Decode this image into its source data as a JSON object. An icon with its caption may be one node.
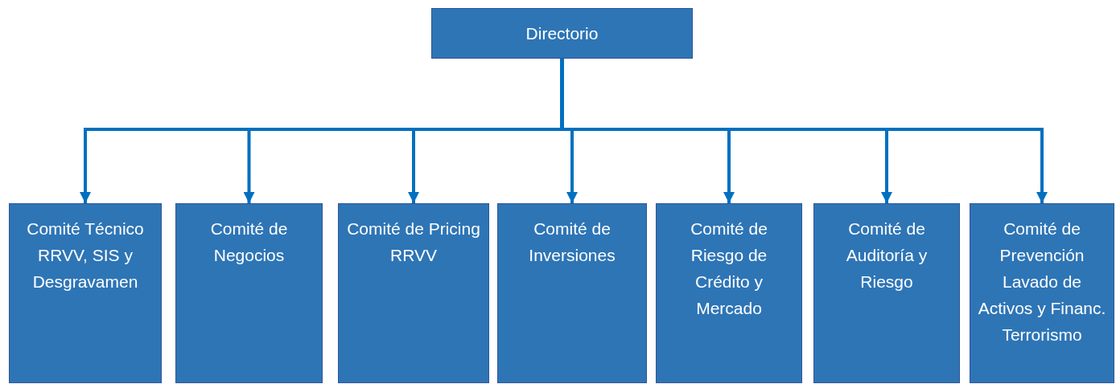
{
  "diagram": {
    "nodes": [
      {
        "text": [
          "Directorio"
        ]
      },
      {
        "text": [
          "Comité Técnico RRVV, SIS y Desgravamen"
        ]
      },
      {
        "text": [
          "Comité de Negocios"
        ]
      },
      {
        "text": [
          "Comité de Pricing RRVV"
        ]
      },
      {
        "text": [
          "Comité de Inversiones"
        ]
      },
      {
        "text": [
          "Comité de Riesgo de Crédito y Mercado"
        ]
      },
      {
        "text": [
          "Comité de Auditoría y Riesgo"
        ]
      },
      {
        "text": [
          "Comité de Prevención Lavado de Activos y Financ. Terrorismo"
        ]
      }
    ],
    "edges": [
      {
        "from": 0,
        "to": 1,
        "arrow": "to"
      },
      {
        "from": 0,
        "to": 2,
        "arrow": "to"
      },
      {
        "from": 0,
        "to": 3,
        "arrow": "to"
      },
      {
        "from": 0,
        "to": 4,
        "arrow": "to"
      },
      {
        "from": 0,
        "to": 5,
        "arrow": "to"
      },
      {
        "from": 0,
        "to": 6,
        "arrow": "to"
      },
      {
        "from": 0,
        "to": 7,
        "arrow": "to"
      }
    ]
  }
}
